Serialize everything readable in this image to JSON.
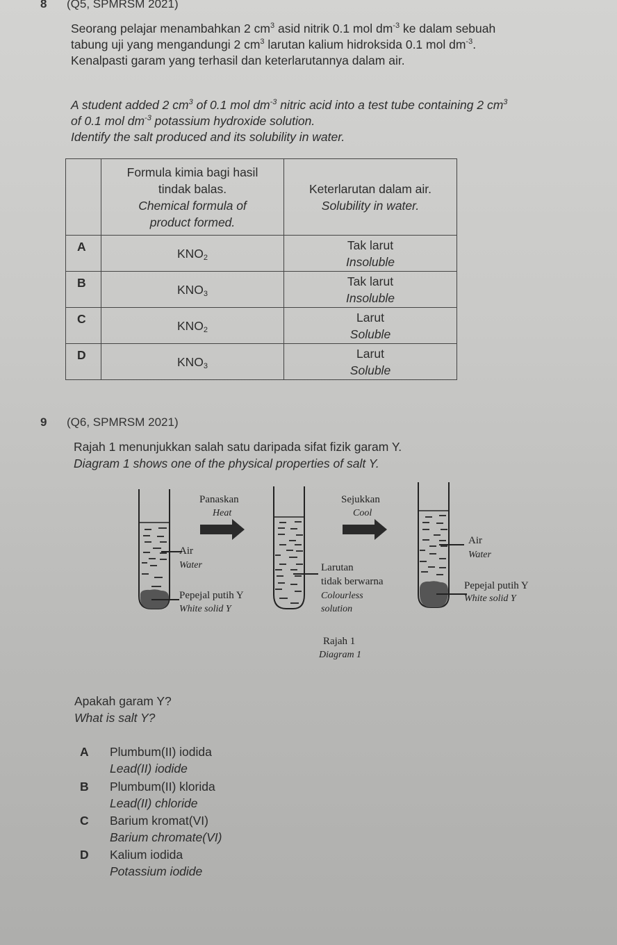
{
  "q8": {
    "number": "8",
    "source": "(Q5, SPMRSM 2021)",
    "malay": {
      "line1_a": "Seorang pelajar menambahkan 2 cm",
      "line1_sup1": "3",
      "line1_b": " asid nitrik 0.1 mol dm",
      "line1_sup2": "-3",
      "line1_c": " ke dalam sebuah",
      "line2_a": "tabung uji yang mengandungi 2 cm",
      "line2_sup1": "3",
      "line2_b": " larutan kalium hidroksida 0.1 mol dm",
      "line2_sup2": "-3",
      "line2_c": ".",
      "line3": "Kenalpasti garam yang terhasil dan keterlarutannya dalam air."
    },
    "english": {
      "line1_a": "A student added 2 cm",
      "line1_sup1": "3",
      "line1_b": " of 0.1 mol dm",
      "line1_sup2": "-3",
      "line1_c": " nitric acid into a test tube containing 2 cm",
      "line1_sup3": "3",
      "line2_a": "of 0.1 mol dm",
      "line2_sup1": "-3",
      "line2_b": " potassium hydroxide solution.",
      "line3": "Identify the salt produced and its solubility in water."
    },
    "table": {
      "headers": {
        "formula_malay_1": "Formula kimia bagi hasil",
        "formula_malay_2": "tindak balas.",
        "formula_en_1": "Chemical formula of",
        "formula_en_2": "product formed.",
        "solubility_malay": "Keterlarutan dalam air.",
        "solubility_en": "Solubility in water."
      },
      "rows": [
        {
          "letter": "A",
          "formula": "KNO",
          "formula_sub": "2",
          "sol_malay": "Tak larut",
          "sol_en": "Insoluble"
        },
        {
          "letter": "B",
          "formula": "KNO",
          "formula_sub": "3",
          "sol_malay": "Tak larut",
          "sol_en": "Insoluble"
        },
        {
          "letter": "C",
          "formula": "KNO",
          "formula_sub": "2",
          "sol_malay": "Larut",
          "sol_en": "Soluble"
        },
        {
          "letter": "D",
          "formula": "KNO",
          "formula_sub": "3",
          "sol_malay": "Larut",
          "sol_en": "Soluble"
        }
      ]
    }
  },
  "q9": {
    "number": "9",
    "source": "(Q6, SPMRSM 2021)",
    "intro_malay": "Rajah 1 menunjukkan salah satu daripada sifat fizik garam Y.",
    "intro_en": "Diagram 1 shows one of the physical properties of salt Y.",
    "diagram": {
      "step1": {
        "label_malay": "Panaskan",
        "label_en": "Heat"
      },
      "step2": {
        "label_malay": "Sejukkan",
        "label_en": "Cool"
      },
      "tube1": {
        "water_malay": "Air",
        "water_en": "Water",
        "solid_malay": "Pepejal putih Y",
        "solid_en": "White solid Y"
      },
      "tube2": {
        "solution_malay_1": "Larutan",
        "solution_malay_2": "tidak berwarna",
        "solution_en_1": "Colourless",
        "solution_en_2": "solution"
      },
      "tube3": {
        "water_malay": "Air",
        "water_en": "Water",
        "solid_malay": "Pepejal putih Y",
        "solid_en": "White solid Y"
      },
      "caption_malay": "Rajah 1",
      "caption_en": "Diagram 1"
    },
    "question_malay": "Apakah garam Y?",
    "question_en": "What is salt Y?",
    "options": [
      {
        "letter": "A",
        "malay": "Plumbum(II) iodida",
        "en": "Lead(II) iodide"
      },
      {
        "letter": "B",
        "malay": "Plumbum(II) klorida",
        "en": "Lead(II) chloride"
      },
      {
        "letter": "C",
        "malay": "Barium kromat(VI)",
        "en": "Barium chromate(VI)"
      },
      {
        "letter": "D",
        "malay": "Kalium iodida",
        "en": "Potassium iodide"
      }
    ]
  }
}
